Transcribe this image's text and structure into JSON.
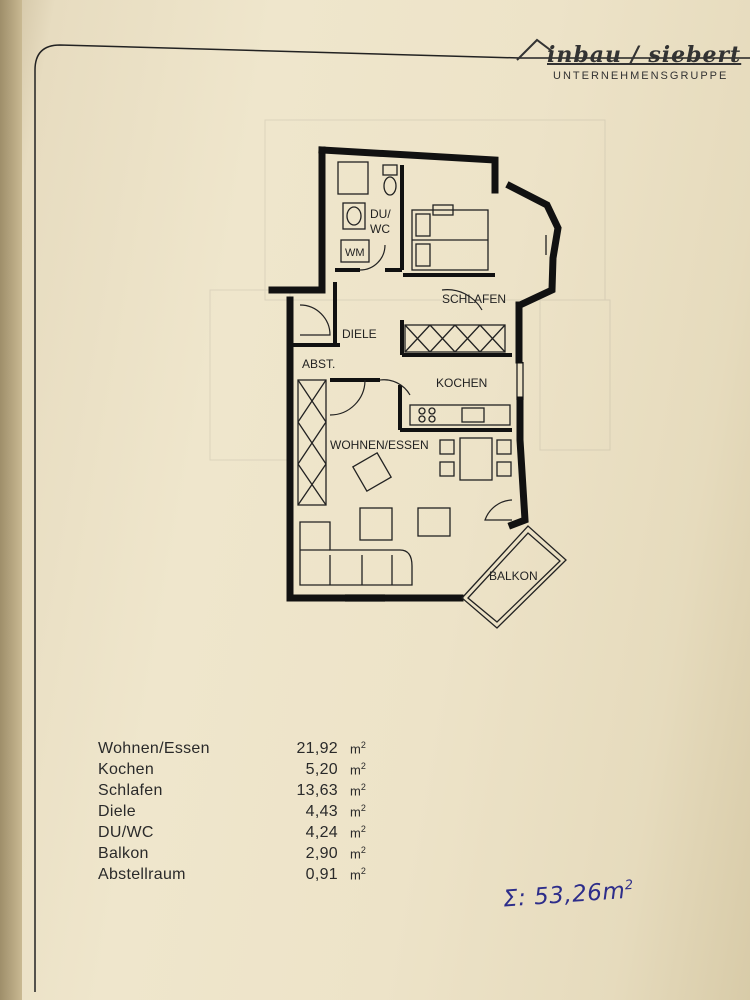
{
  "header": {
    "brand": "inbau / siebert",
    "subtitle": "UNTERNEHMENSGRUPPE"
  },
  "floorplan": {
    "labels": {
      "bath": [
        "DU/",
        "WC"
      ],
      "washer": "WM",
      "bedroom": "SCHLAFEN",
      "hall": "DIELE",
      "storage": "ABST.",
      "kitchen": "KOCHEN",
      "living": "WOHNEN/ESSEN",
      "balcony": "BALKON"
    }
  },
  "areas": {
    "unit": "m",
    "unit_sup": "2",
    "rows": [
      {
        "room": "Wohnen/Essen",
        "value": "21,92"
      },
      {
        "room": "Kochen",
        "value": "5,20"
      },
      {
        "room": "Schlafen",
        "value": "13,63"
      },
      {
        "room": "Diele",
        "value": "4,43"
      },
      {
        "room": "DU/WC",
        "value": "4,24"
      },
      {
        "room": "Balkon",
        "value": "2,90"
      },
      {
        "room": "Abstellraum",
        "value": "0,91"
      }
    ]
  },
  "handwritten_total": {
    "text": "Σ: 53,26m",
    "sup": "2"
  }
}
